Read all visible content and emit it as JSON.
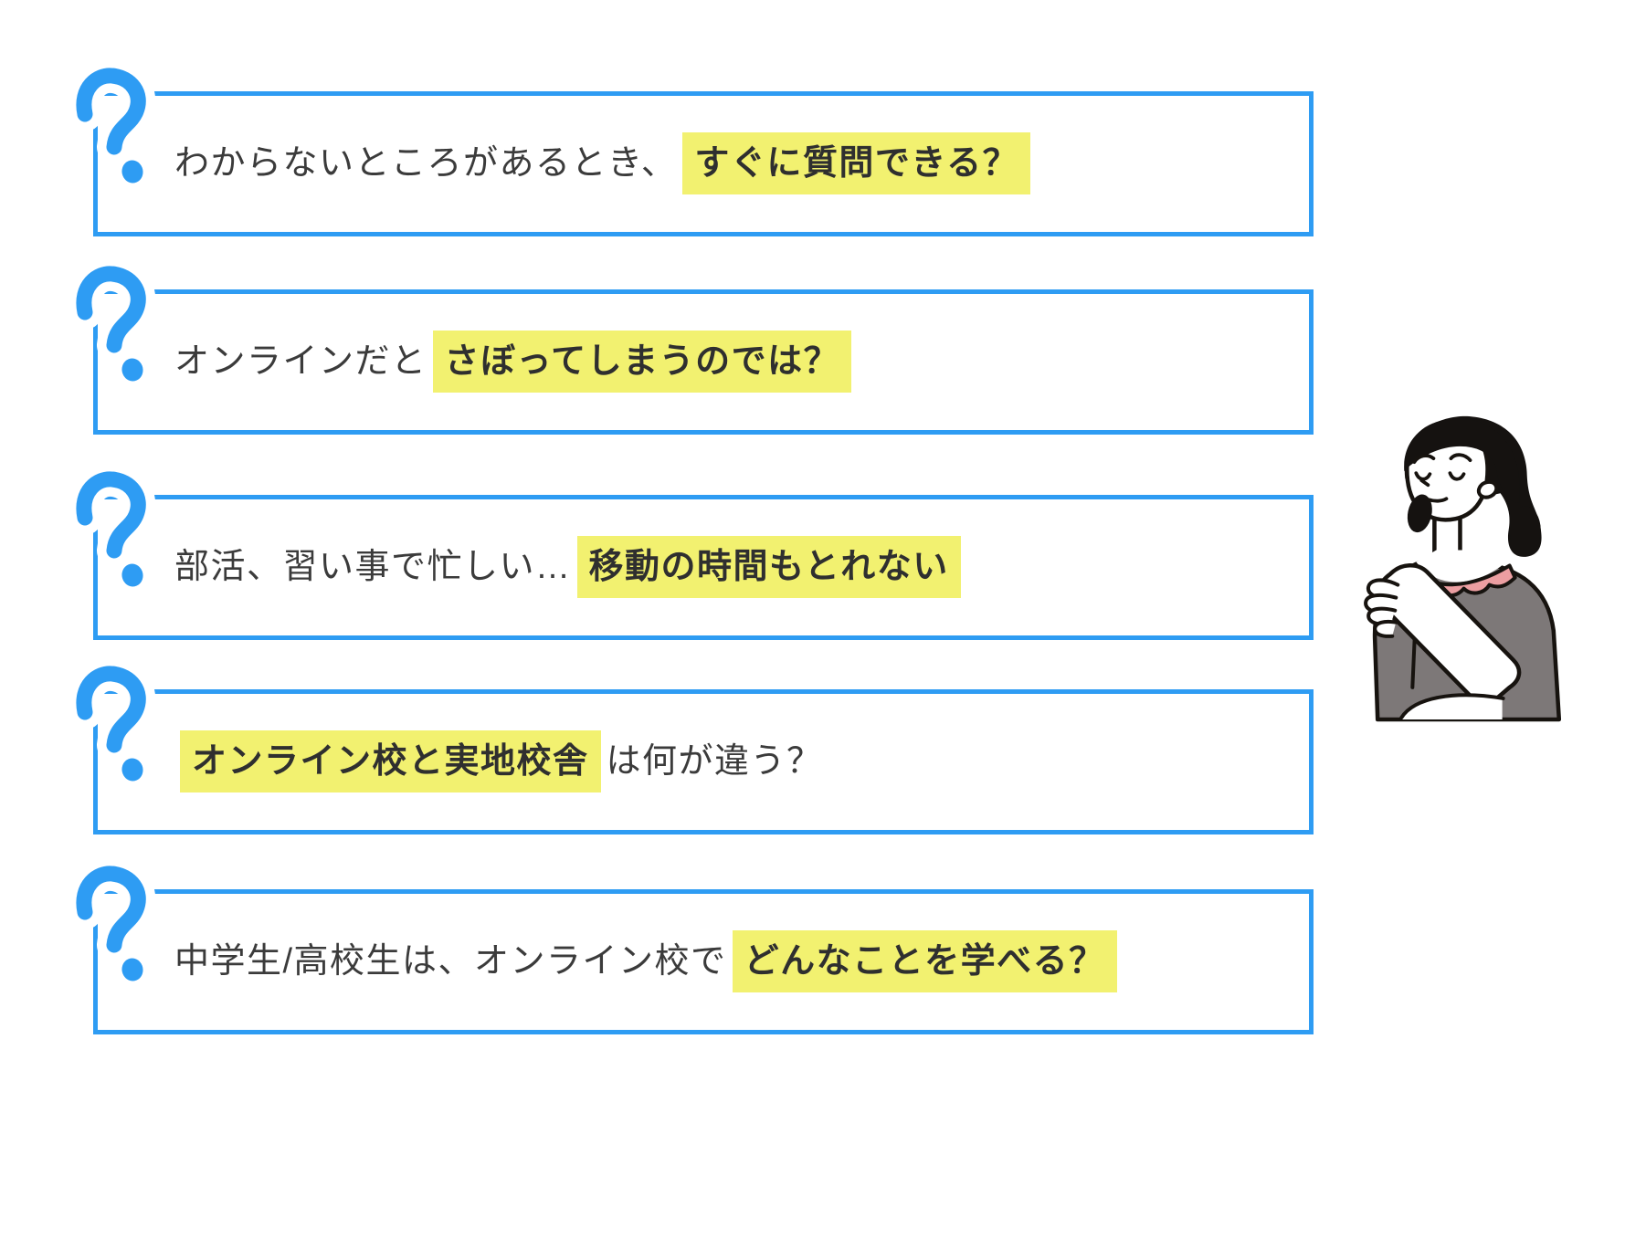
{
  "colors": {
    "accent_blue": "#2E9CF3",
    "highlight_yellow": "#F2F170",
    "text_dark": "#3B3B3B",
    "outline_black": "#17130F",
    "dress_gray": "#7D7878",
    "collar_pink": "#EC9EA1",
    "hair_black": "#151210",
    "skin_white": "#FFFFFF"
  },
  "icons": {
    "question_mark": "question-mark-icon",
    "illustration": "worried-woman-illustration"
  },
  "questions": [
    {
      "prefix": "わからないところがあるとき、",
      "highlight": "すぐに質問できる？",
      "suffix": ""
    },
    {
      "prefix": "オンラインだと",
      "highlight": "さぼってしまうのでは？",
      "suffix": ""
    },
    {
      "prefix": "部活、習い事で忙しい…",
      "highlight": "移動の時間もとれない",
      "suffix": ""
    },
    {
      "prefix": "",
      "highlight": "オンライン校と実地校舎",
      "suffix": "は何が違う？"
    },
    {
      "prefix": "中学生/高校生は、オンライン校で",
      "highlight": "どんなことを学べる？",
      "suffix": ""
    }
  ]
}
